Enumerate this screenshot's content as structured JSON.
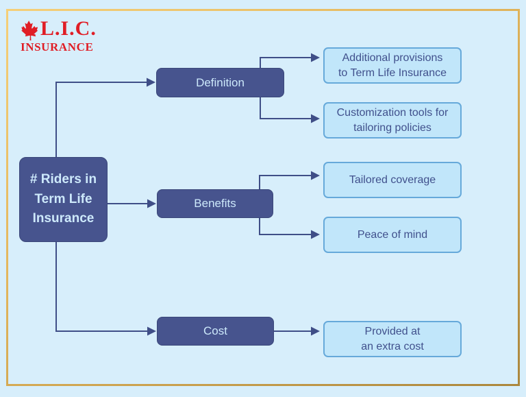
{
  "colors": {
    "background": "#d7eefb",
    "frame_gold": "#d9aa4f",
    "node_dark_fill": "#47548e",
    "node_dark_text": "#cde9fb",
    "leaf_fill": "#c1e6fa",
    "leaf_border": "#66a9da",
    "leaf_text": "#40508c",
    "connector": "#3f4e87",
    "brand_red": "#e01d25"
  },
  "logo": {
    "brand": "L.I.C.",
    "subtitle": "INSURANCE",
    "icon": "maple-leaf-icon"
  },
  "diagram": {
    "root_label": "# Riders in\nTerm Life\nInsurance",
    "branches": [
      {
        "label": "Definition",
        "children": [
          {
            "label": "Additional provisions\nto Term Life Insurance"
          },
          {
            "label": "Customization tools for\ntailoring policies"
          }
        ]
      },
      {
        "label": "Benefits",
        "children": [
          {
            "label": "Tailored coverage"
          },
          {
            "label": "Peace of mind"
          }
        ]
      },
      {
        "label": "Cost",
        "children": [
          {
            "label": "Provided at\nan extra cost"
          }
        ]
      }
    ]
  }
}
